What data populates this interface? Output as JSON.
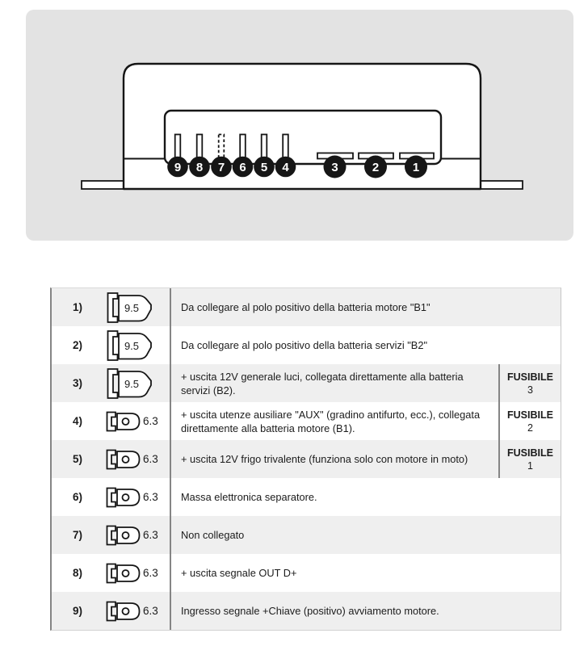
{
  "diagram": {
    "backdrop_color": "#e3e3e3",
    "line_color": "#161616",
    "terminals": [
      "9",
      "8",
      "7",
      "6",
      "5",
      "4",
      "3",
      "2",
      "1"
    ]
  },
  "table": {
    "colors": {
      "row_shaded": "#efefef",
      "row_plain": "#ffffff",
      "border_dark": "#858585",
      "border_light": "#c6c6c6",
      "text": "#1c1c1c"
    },
    "rows": [
      {
        "num": "1)",
        "size": "9.5",
        "description": "Da collegare al polo positivo della batteria motore \"B1\"",
        "fuse": null
      },
      {
        "num": "2)",
        "size": "9.5",
        "description": "Da collegare al polo positivo della batteria servizi \"B2\"",
        "fuse": null
      },
      {
        "num": "3)",
        "size": "9.5",
        "description": "+ uscita 12V generale luci, collegata direttamente alla batteria servizi (B2).",
        "fuse": {
          "label": "FUSIBILE",
          "number": "3"
        }
      },
      {
        "num": "4)",
        "size": "6.3",
        "description": "+ uscita utenze ausiliare \"AUX\" (gradino antifurto, ecc.), collegata direttamente alla batteria motore (B1).",
        "fuse": {
          "label": "FUSIBILE",
          "number": "2"
        }
      },
      {
        "num": "5)",
        "size": "6.3",
        "description": "+ uscita 12V frigo trivalente (funziona solo con motore in moto)",
        "fuse": {
          "label": "FUSIBILE",
          "number": "1"
        }
      },
      {
        "num": "6)",
        "size": "6.3",
        "description": "Massa elettronica separatore.",
        "fuse": null
      },
      {
        "num": "7)",
        "size": "6.3",
        "description": "Non collegato",
        "fuse": null
      },
      {
        "num": "8)",
        "size": "6.3",
        "description": "+ uscita segnale OUT D+",
        "fuse": null
      },
      {
        "num": "9)",
        "size": "6.3",
        "description": "Ingresso segnale +Chiave (positivo) avviamento motore.",
        "fuse": null
      }
    ]
  }
}
